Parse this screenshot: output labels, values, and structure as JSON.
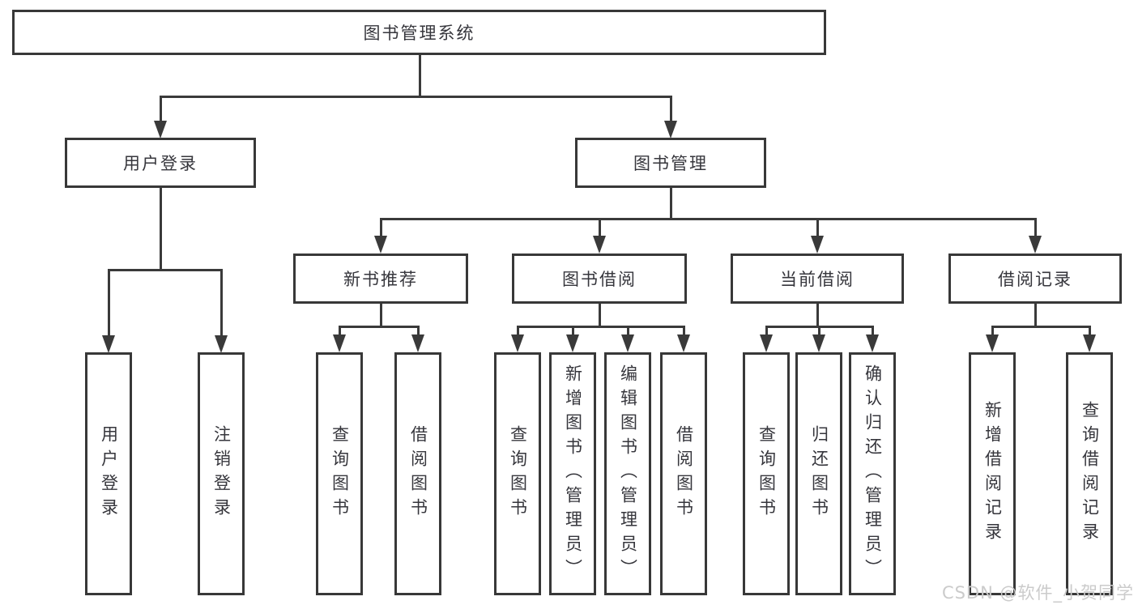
{
  "meta": {
    "diagram_type": "hierarchy-tree",
    "line_color": "#3a3a3a",
    "box_border_color": "#383838",
    "text_color": "#36363c",
    "background_color": "#ffffff",
    "watermark_color": "#cbcbcb"
  },
  "watermark": {
    "text": "CSDN @软件_小贺同学"
  },
  "nodes": {
    "root": {
      "label": "图书管理系统"
    },
    "user_login": {
      "label": "用户登录"
    },
    "book_management": {
      "label": "图书管理"
    },
    "new_book_recommend": {
      "label": "新书推荐"
    },
    "book_borrowing": {
      "label": "图书借阅"
    },
    "current_borrowing": {
      "label": "当前借阅"
    },
    "borrowing_records": {
      "label": "借阅记录"
    },
    "login_leaf": {
      "label": "用户登录"
    },
    "logout_leaf": {
      "label": "注销登录"
    },
    "recommend_query_books": {
      "label": "查询图书"
    },
    "recommend_borrow_books": {
      "label": "借阅图书"
    },
    "borrowing_query_books": {
      "label": "查询图书"
    },
    "borrowing_add_books": {
      "label": "新增图书（管理员）"
    },
    "borrowing_edit_books": {
      "label": "编辑图书（管理员）"
    },
    "borrowing_borrow_books": {
      "label": "借阅图书"
    },
    "current_query_books": {
      "label": "查询图书"
    },
    "current_return_books": {
      "label": "归还图书"
    },
    "current_confirm_return": {
      "label": "确认归还（管理员）"
    },
    "records_add_record": {
      "label": "新增借阅记录"
    },
    "records_query_record": {
      "label": "查询借阅记录"
    }
  }
}
